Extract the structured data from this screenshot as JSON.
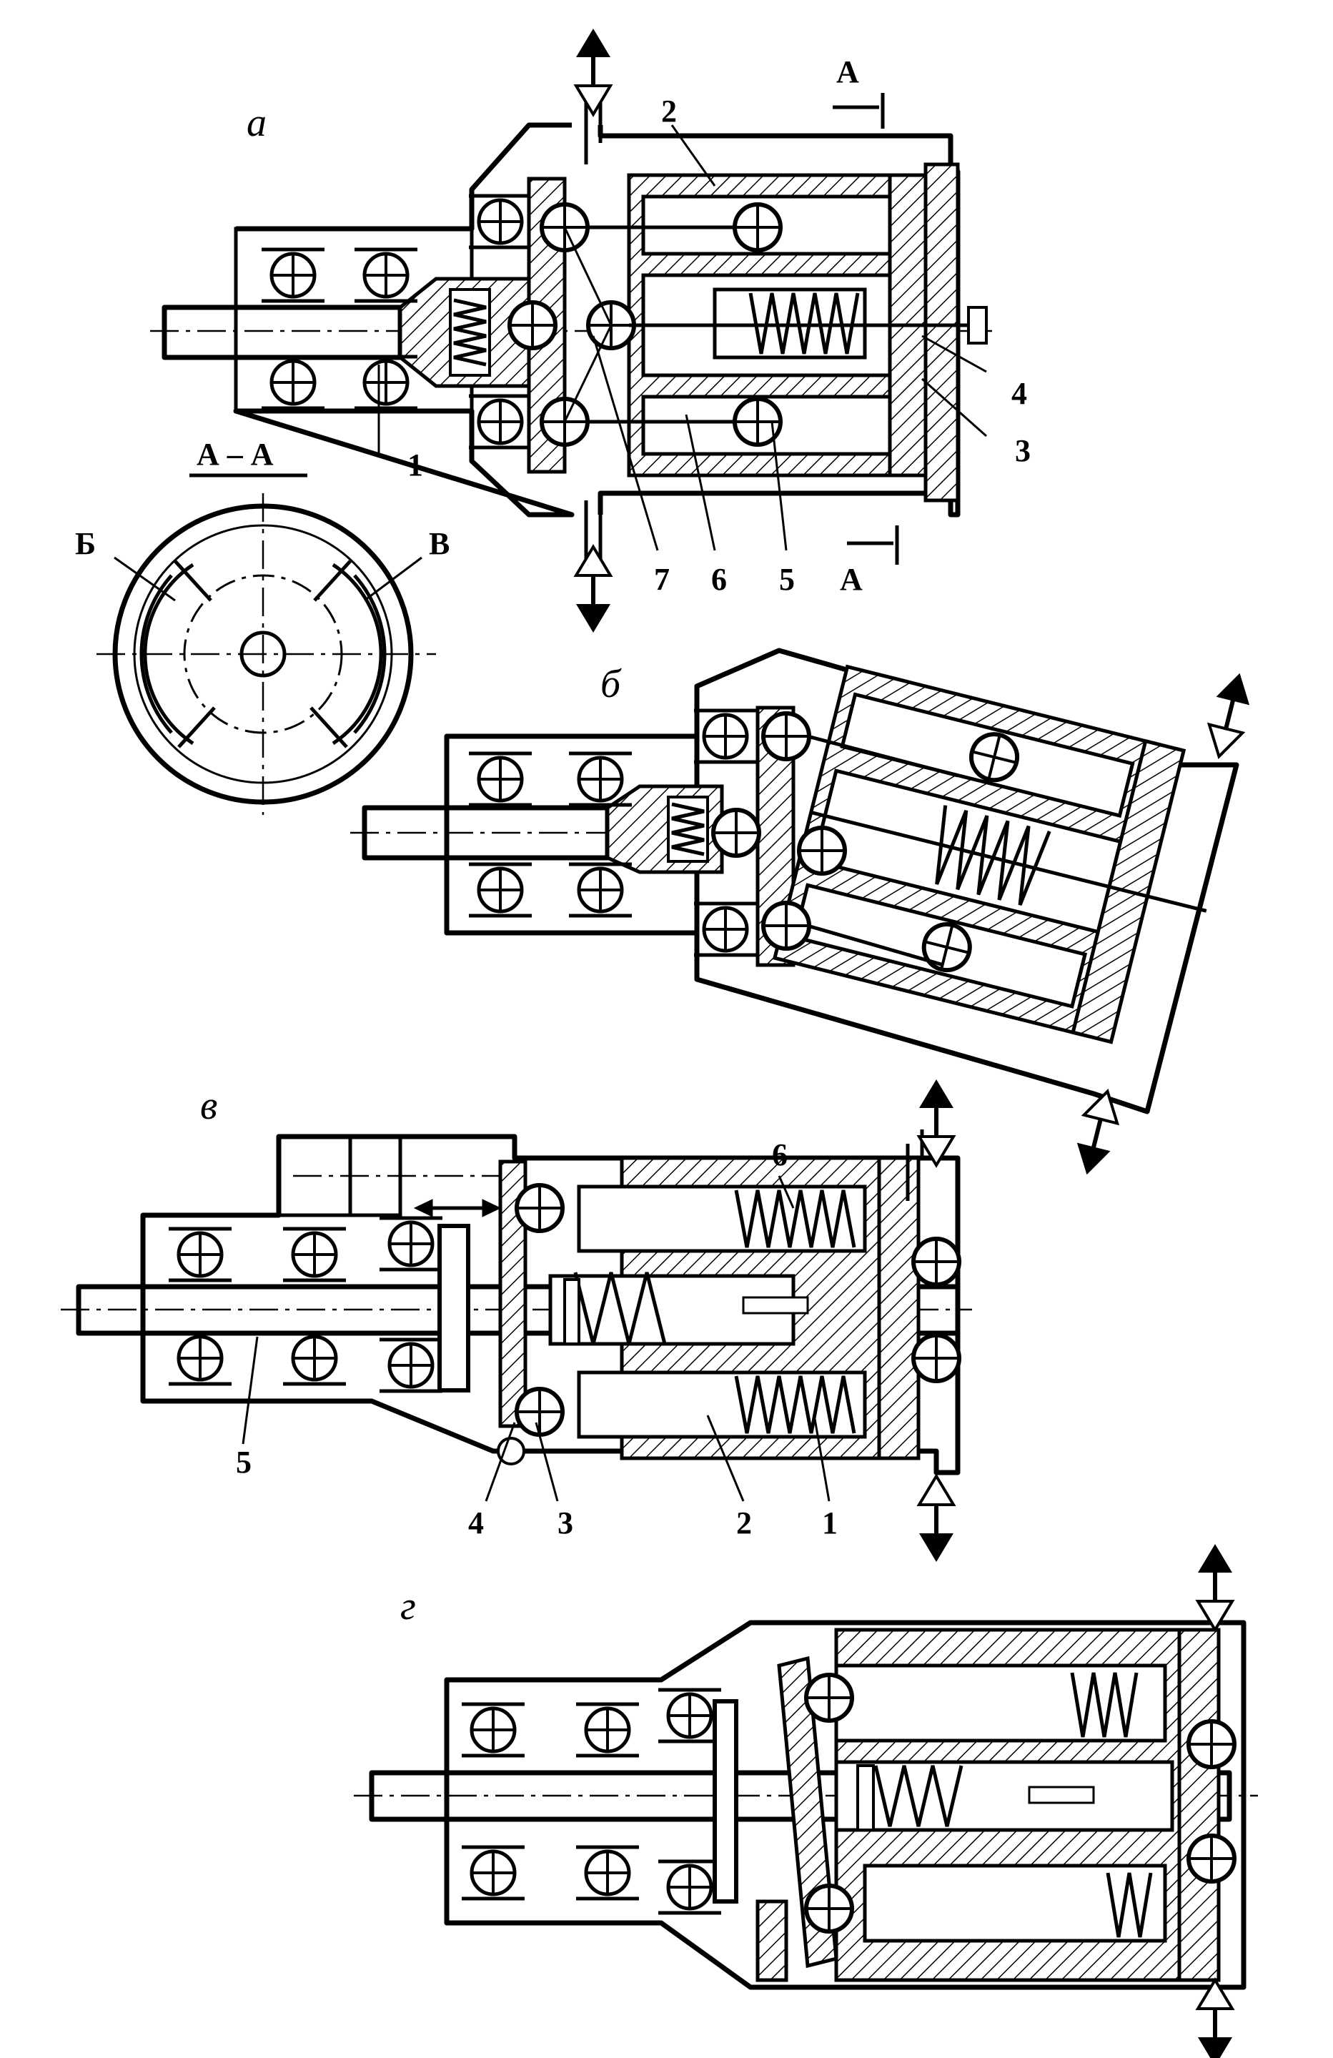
{
  "views": {
    "a": {
      "letter": "а"
    },
    "b": {
      "letter": "б"
    },
    "v": {
      "letter": "в"
    },
    "g": {
      "letter": "г"
    }
  },
  "section": {
    "title": "А – А",
    "mark": "А",
    "left_port": "Б",
    "right_port": "В"
  },
  "callouts_a": [
    "1",
    "2",
    "3",
    "4",
    "5",
    "6",
    "7"
  ],
  "callouts_v": [
    "1",
    "2",
    "3",
    "4",
    "5",
    "6"
  ]
}
